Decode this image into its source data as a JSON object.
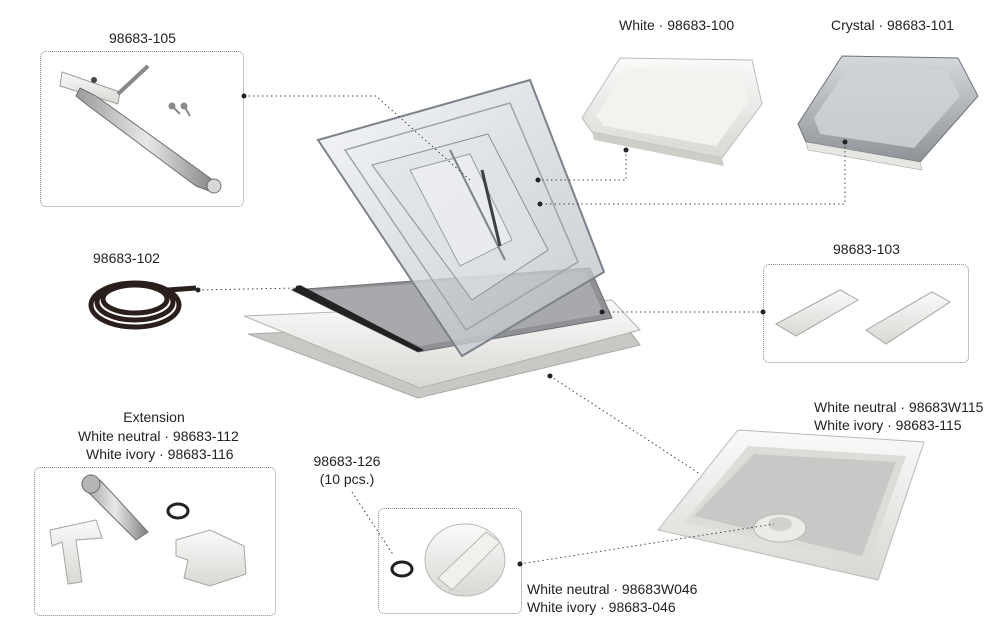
{
  "parts": {
    "handle": {
      "code": "98683-105"
    },
    "seal": {
      "code": "98683-102"
    },
    "lid_white": {
      "text": "White · 98683-100"
    },
    "lid_crystal": {
      "text": "Crystal · 98683-101"
    },
    "hinges": {
      "code": "98683-103"
    },
    "frame": {
      "line1": "White neutral · 98683W115",
      "line2": "White ivory · 98683-115"
    },
    "extension": {
      "title": "Extension",
      "line1": "White neutral  · 98683-112",
      "line2": "White ivory · 98683-116"
    },
    "oring": {
      "code": "98683-126",
      "qty": "(10 pcs.)"
    },
    "knob": {
      "line1": "White neutral · 98683W046",
      "line2": "White ivory · 98683-046"
    }
  }
}
